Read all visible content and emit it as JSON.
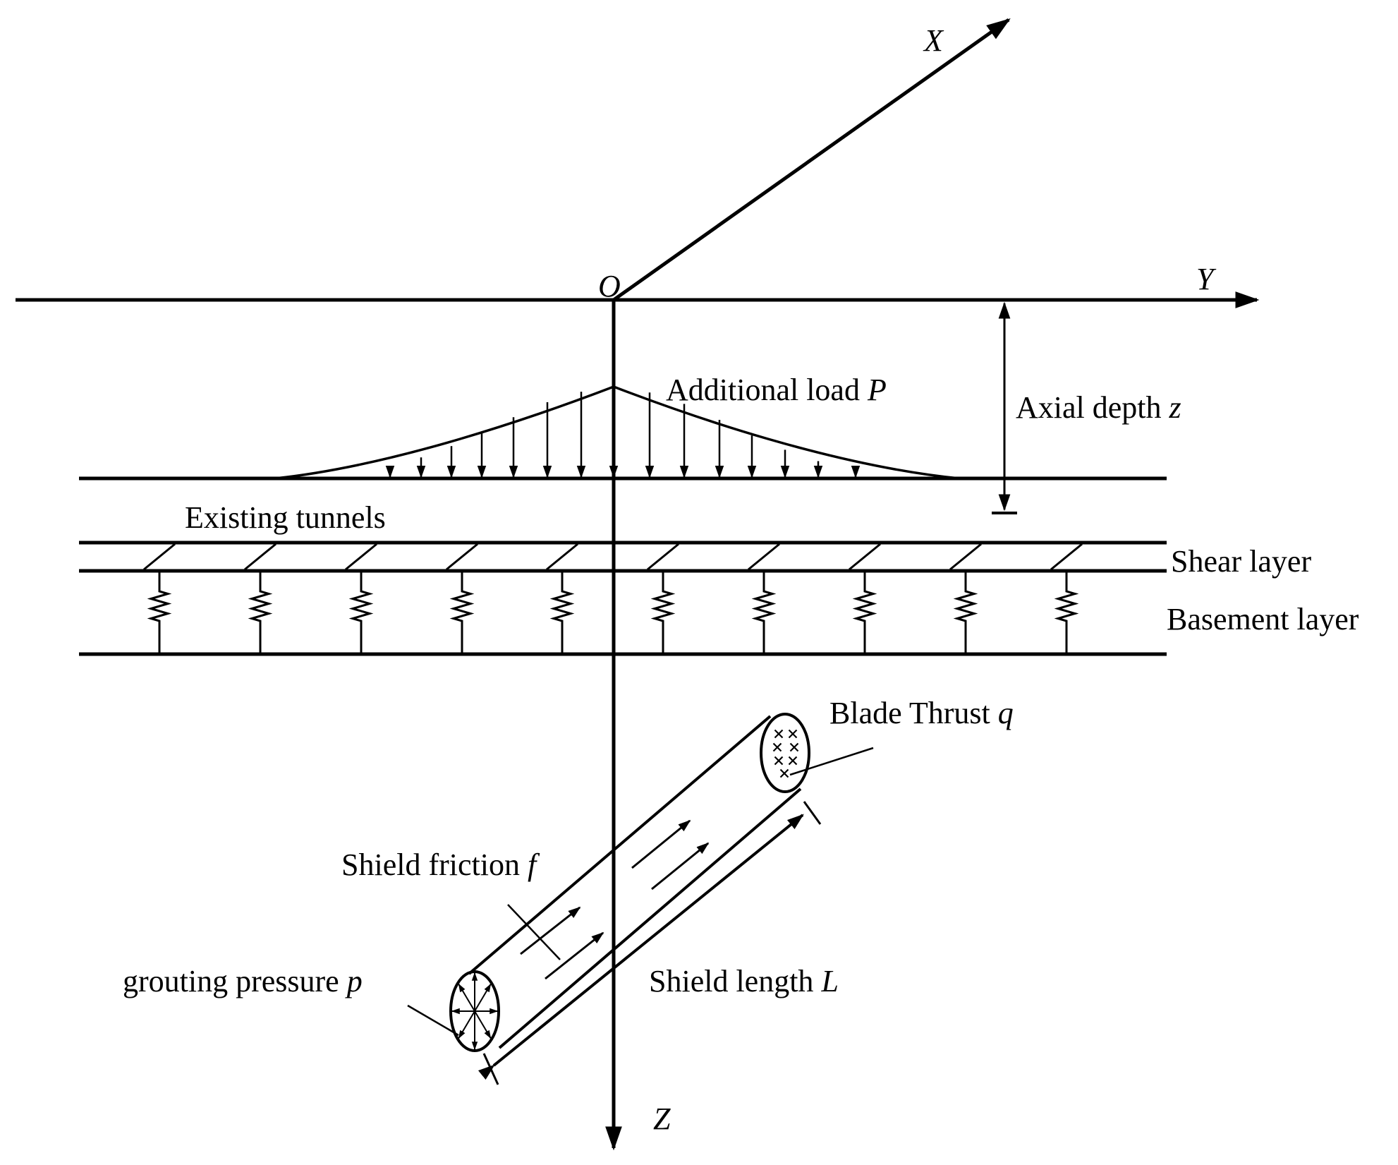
{
  "diagram": {
    "axes": {
      "x": "X",
      "y": "Y",
      "z": "Z",
      "origin": "O"
    },
    "labels": {
      "additional_load": {
        "text": "Additional load ",
        "var": "P"
      },
      "axial_depth": {
        "text": "Axial depth ",
        "var": "z"
      },
      "existing_tunnels": "Existing tunnels",
      "shear_layer": "Shear layer",
      "basement_layer": "Basement layer",
      "blade_thrust": {
        "text": "Blade Thrust ",
        "var": "q"
      },
      "shield_friction": {
        "text": "Shield friction ",
        "var": "f"
      },
      "grouting_pressure": {
        "text": "grouting pressure ",
        "var": "p"
      },
      "shield_length": {
        "text": "Shield length ",
        "var": "L"
      }
    },
    "colors": {
      "line": "#000000",
      "background": "#ffffff"
    },
    "spring_count": 10,
    "load_arrow_count": 15
  }
}
